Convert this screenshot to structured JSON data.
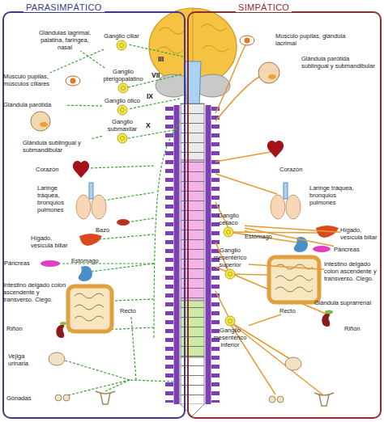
{
  "diagram": {
    "nodes": [
      {
        "text": [
          "PARASIMPÁTICO"
        ]
      },
      {
        "text": [
          "SIMPÁTICO"
        ]
      },
      {
        "text": [
          "Glándulas lagrimal, palatina, faringea, nasal"
        ],
        "in": 0
      },
      {
        "text": [
          "Ganglio ciliar"
        ],
        "in": 0
      },
      {
        "text": [
          "Músculo pupilas, músculos ciliares"
        ],
        "in": 0
      },
      {
        "text": [
          "Ganglio pterigopalatino"
        ],
        "in": 0
      },
      {
        "text": [
          "Ganglio ótico"
        ],
        "in": 0
      },
      {
        "text": [
          "Glándula parótida"
        ],
        "in": 0
      },
      {
        "text": [
          "Ganglio submaxilar"
        ],
        "in": 0
      },
      {
        "text": [
          "Glándula sublingual y submandibular"
        ],
        "in": 0
      },
      {
        "text": [
          "Corazón"
        ],
        "in": 0
      },
      {
        "text": [
          "Laringe tráquea, bronquios pulmones"
        ],
        "in": 0
      },
      {
        "text": [
          "Bazo"
        ],
        "in": 0
      },
      {
        "text": [
          "Hígado, vesícula biliar"
        ],
        "in": 0
      },
      {
        "text": [
          "Páncreas"
        ],
        "in": 0
      },
      {
        "text": [
          "Estómago"
        ],
        "in": 0
      },
      {
        "text": [
          "Intestino delgado colon ascendente y transverso. Ciego."
        ],
        "in": 0
      },
      {
        "text": [
          "Recto"
        ],
        "in": 0
      },
      {
        "text": [
          "Riñón"
        ],
        "in": 0
      },
      {
        "text": [
          "Vejiga urinaria"
        ],
        "in": 0
      },
      {
        "text": [
          "Gónadas"
        ],
        "in": 0
      },
      {
        "text": [
          "Músculo pupilas, glándula lacrimal"
        ],
        "in": 1
      },
      {
        "text": [
          "Glándula parótida sublingual y submandibular"
        ],
        "in": 1
      },
      {
        "text": [
          "Corazón"
        ],
        "in": 1
      },
      {
        "text": [
          "Laringe tráquea, bronquios pulmones"
        ],
        "in": 1
      },
      {
        "text": [
          "Ganglio celiaco"
        ],
        "in": 1
      },
      {
        "text": [
          "Hígado, vesícula biliar"
        ],
        "in": 1
      },
      {
        "text": [
          "Estómago"
        ],
        "in": 1
      },
      {
        "text": [
          "Páncreas"
        ],
        "in": 1
      },
      {
        "text": [
          "Ganglio mesentérico superior"
        ],
        "in": 1
      },
      {
        "text": [
          "Intestino delgado colon ascendente y transverso. Ciego."
        ],
        "in": 1
      },
      {
        "text": [
          "Recto"
        ],
        "in": 1
      },
      {
        "text": [
          "Glándula suprarrenal"
        ],
        "in": 1
      },
      {
        "text": [
          "Riñón"
        ],
        "in": 1
      },
      {
        "text": [
          "Ganglio mesentérico inferior"
        ],
        "in": 1
      }
    ],
    "edges": [
      {
        "from": 3,
        "to": 4,
        "arrow": "none"
      },
      {
        "from": 5,
        "to": 2,
        "arrow": "none"
      },
      {
        "from": 6,
        "to": 7,
        "arrow": "none"
      },
      {
        "from": 8,
        "to": 9,
        "arrow": "none"
      },
      {
        "from": 25,
        "to": 26,
        "arrow": "none"
      },
      {
        "from": 25,
        "to": 27,
        "arrow": "none"
      },
      {
        "from": 25,
        "to": 28,
        "arrow": "none"
      },
      {
        "from": 29,
        "to": 30,
        "arrow": "none"
      },
      {
        "from": 34,
        "to": 31,
        "arrow": "none"
      }
    ],
    "labels": [
      "III",
      "VII",
      "IX",
      "X"
    ]
  }
}
